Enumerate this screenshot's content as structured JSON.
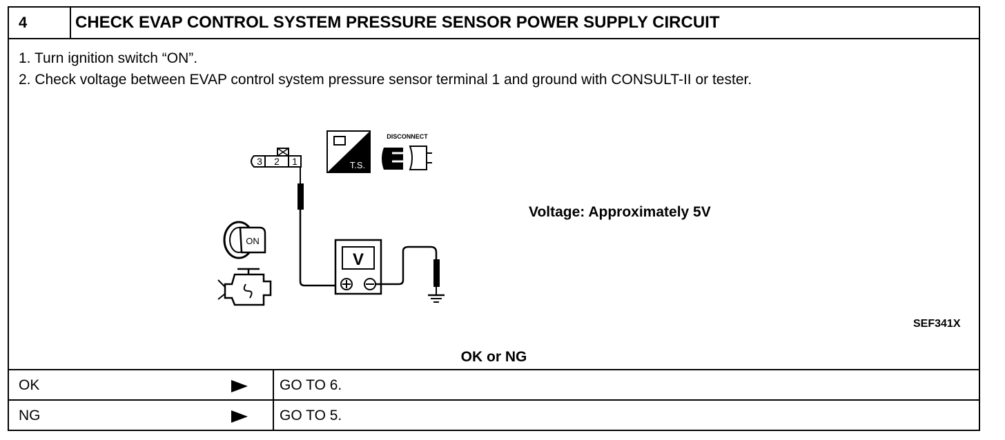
{
  "header": {
    "step_number": "4",
    "title": "CHECK EVAP CONTROL SYSTEM PRESSURE SENSOR POWER SUPPLY CIRCUIT"
  },
  "instructions": [
    "1.  Turn ignition switch “ON”.",
    "2.  Check voltage between EVAP control system pressure sensor terminal 1 and ground with CONSULT-II or tester."
  ],
  "diagram": {
    "connector_terminals": [
      "3",
      "2",
      "1"
    ],
    "ts_label": "T.S.",
    "disconnect_label": "DISCONNECT",
    "key_label": "ON",
    "meter_label": "V"
  },
  "specification": "Voltage: Approximately 5V",
  "figure_ref": "SEF341X",
  "result_header": "OK or NG",
  "results": [
    {
      "condition": "OK",
      "action": "GO TO 6."
    },
    {
      "condition": "NG",
      "action": "GO TO 5."
    }
  ]
}
